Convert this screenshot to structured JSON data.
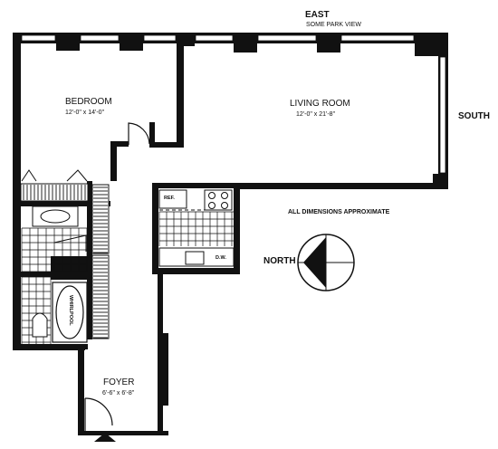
{
  "compass_top": "EAST",
  "view_note": "SOME PARK VIEW",
  "compass_right": "SOUTH",
  "compass_left": "NORTH",
  "note": "ALL DIMENSIONS APPROXIMATE",
  "rooms": {
    "bedroom": {
      "name": "BEDROOM",
      "dims": "12'-0\" x 14'-0\""
    },
    "living": {
      "name": "LIVING ROOM",
      "dims": "12'-0\" x 21'-8\""
    },
    "foyer": {
      "name": "FOYER",
      "dims": "6'-6\" x 6'-8\""
    }
  },
  "fixtures": {
    "fridge": "REF.",
    "dishwasher": "D.W.",
    "tub": "WHIRLPOOL"
  },
  "colors": {
    "wall": "#111111",
    "paper": "#ffffff"
  }
}
